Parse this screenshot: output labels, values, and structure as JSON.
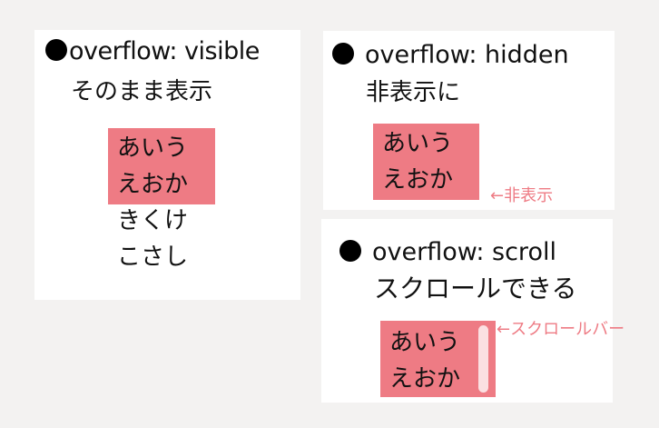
{
  "colors": {
    "background": "#f3f2f1",
    "panel": "#ffffff",
    "box": "#ee7b84",
    "note": "#ee7b84",
    "scrollbar_thumb": "#fbe0e2",
    "text": "#111111"
  },
  "panels": [
    {
      "id": "visible",
      "bullet": "●",
      "title": "overflow: visible",
      "subtitle": "そのまま表示",
      "box_lines": [
        "あいう",
        "えおか"
      ],
      "overflow_lines": [
        "きくけ",
        "こさし"
      ]
    },
    {
      "id": "hidden",
      "bullet": "●",
      "title": "overflow: hidden",
      "subtitle": "非表示に",
      "box_lines": [
        "あいう",
        "えおか"
      ],
      "note": "←非表示"
    },
    {
      "id": "scroll",
      "bullet": "●",
      "title": "overflow: scroll",
      "subtitle": "スクロールできる",
      "box_lines": [
        "あいう",
        "えおか"
      ],
      "note": "←スクロールバー"
    }
  ]
}
